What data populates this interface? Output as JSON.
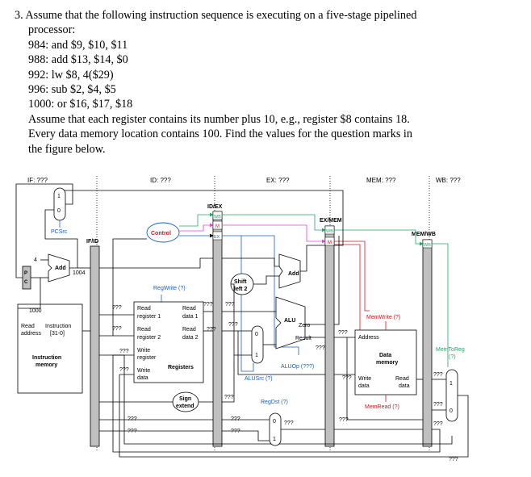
{
  "question": {
    "line1": "3. Assume that the following instruction sequence is executing on a five-stage pipelined",
    "line2": "processor:",
    "instructions": [
      "984: and $9, $10, $11",
      "988: add $13, $14, $0",
      "992: lw $8, 4($29)",
      "996: sub $2, $4, $5",
      "1000: or $16, $17, $18"
    ],
    "assume1": "Assume that each register contains its number plus 10, e.g., register $8 contains 18.",
    "assume2": "Every data memory location contains 100. Find the values for the question marks in",
    "assume3": "the figure below."
  },
  "stages": {
    "if": "IF: ???",
    "id": "ID: ???",
    "ex": "EX: ???",
    "mem": "MEM: ???",
    "wb": "WB: ???"
  },
  "pipeline_regs": {
    "ifid": "IF/ID",
    "idex": "ID/EX",
    "exmem": "EX/MEM",
    "memwb": "MEM/WB"
  },
  "ctrl_fields": {
    "wb": "WB",
    "m": "M",
    "ex": "EX"
  },
  "units": {
    "pc": [
      "P",
      "C"
    ],
    "pcsrc": "PCSrc",
    "control": "Control",
    "add": "Add",
    "four": "4",
    "pc_value": "1004",
    "imem": {
      "read_address": "Read",
      "address": "address",
      "instr": "Instruction",
      "range": "[31-0]",
      "name1": "Instruction",
      "name2": "memory"
    },
    "pc_addr": "1000",
    "regs": {
      "rr1a": "Read",
      "rr1b": "register 1",
      "rr2a": "Read",
      "rr2b": "register 2",
      "wr1": "Write",
      "wr2": "register",
      "wd1": "Write",
      "wd2": "data",
      "rd1a": "Read",
      "rd1b": "data 1",
      "rd2a": "Read",
      "rd2b": "data 2",
      "name": "Registers"
    },
    "regwrite": "RegWrite (?)",
    "shift": [
      "Shift",
      "left 2"
    ],
    "sign": [
      "Sign",
      "extend"
    ],
    "alu": {
      "name": "ALU",
      "zero": "Zero",
      "result": "Result"
    },
    "aluop": "ALUOp (???)",
    "alusrc": "ALUSrc (?)",
    "regdst": "RegDst (?)",
    "dmem": {
      "address": "Address",
      "name1": "Data",
      "name2": "memory",
      "wd1": "Write",
      "wd2": "data",
      "rd1": "Read",
      "rd2": "data"
    },
    "memwrite": "MemWrite (?)",
    "memread": "MemRead (?)",
    "memtoreg": [
      "MemToReg",
      "(?)"
    ],
    "mux": {
      "zero": "0",
      "one": "1"
    },
    "unknown": "???"
  },
  "colors": {
    "blue": "#1a5fb4",
    "red": "#c01c28",
    "green": "#26a269",
    "magenta": "#e040e0",
    "regfill": "#c0c0c0"
  }
}
